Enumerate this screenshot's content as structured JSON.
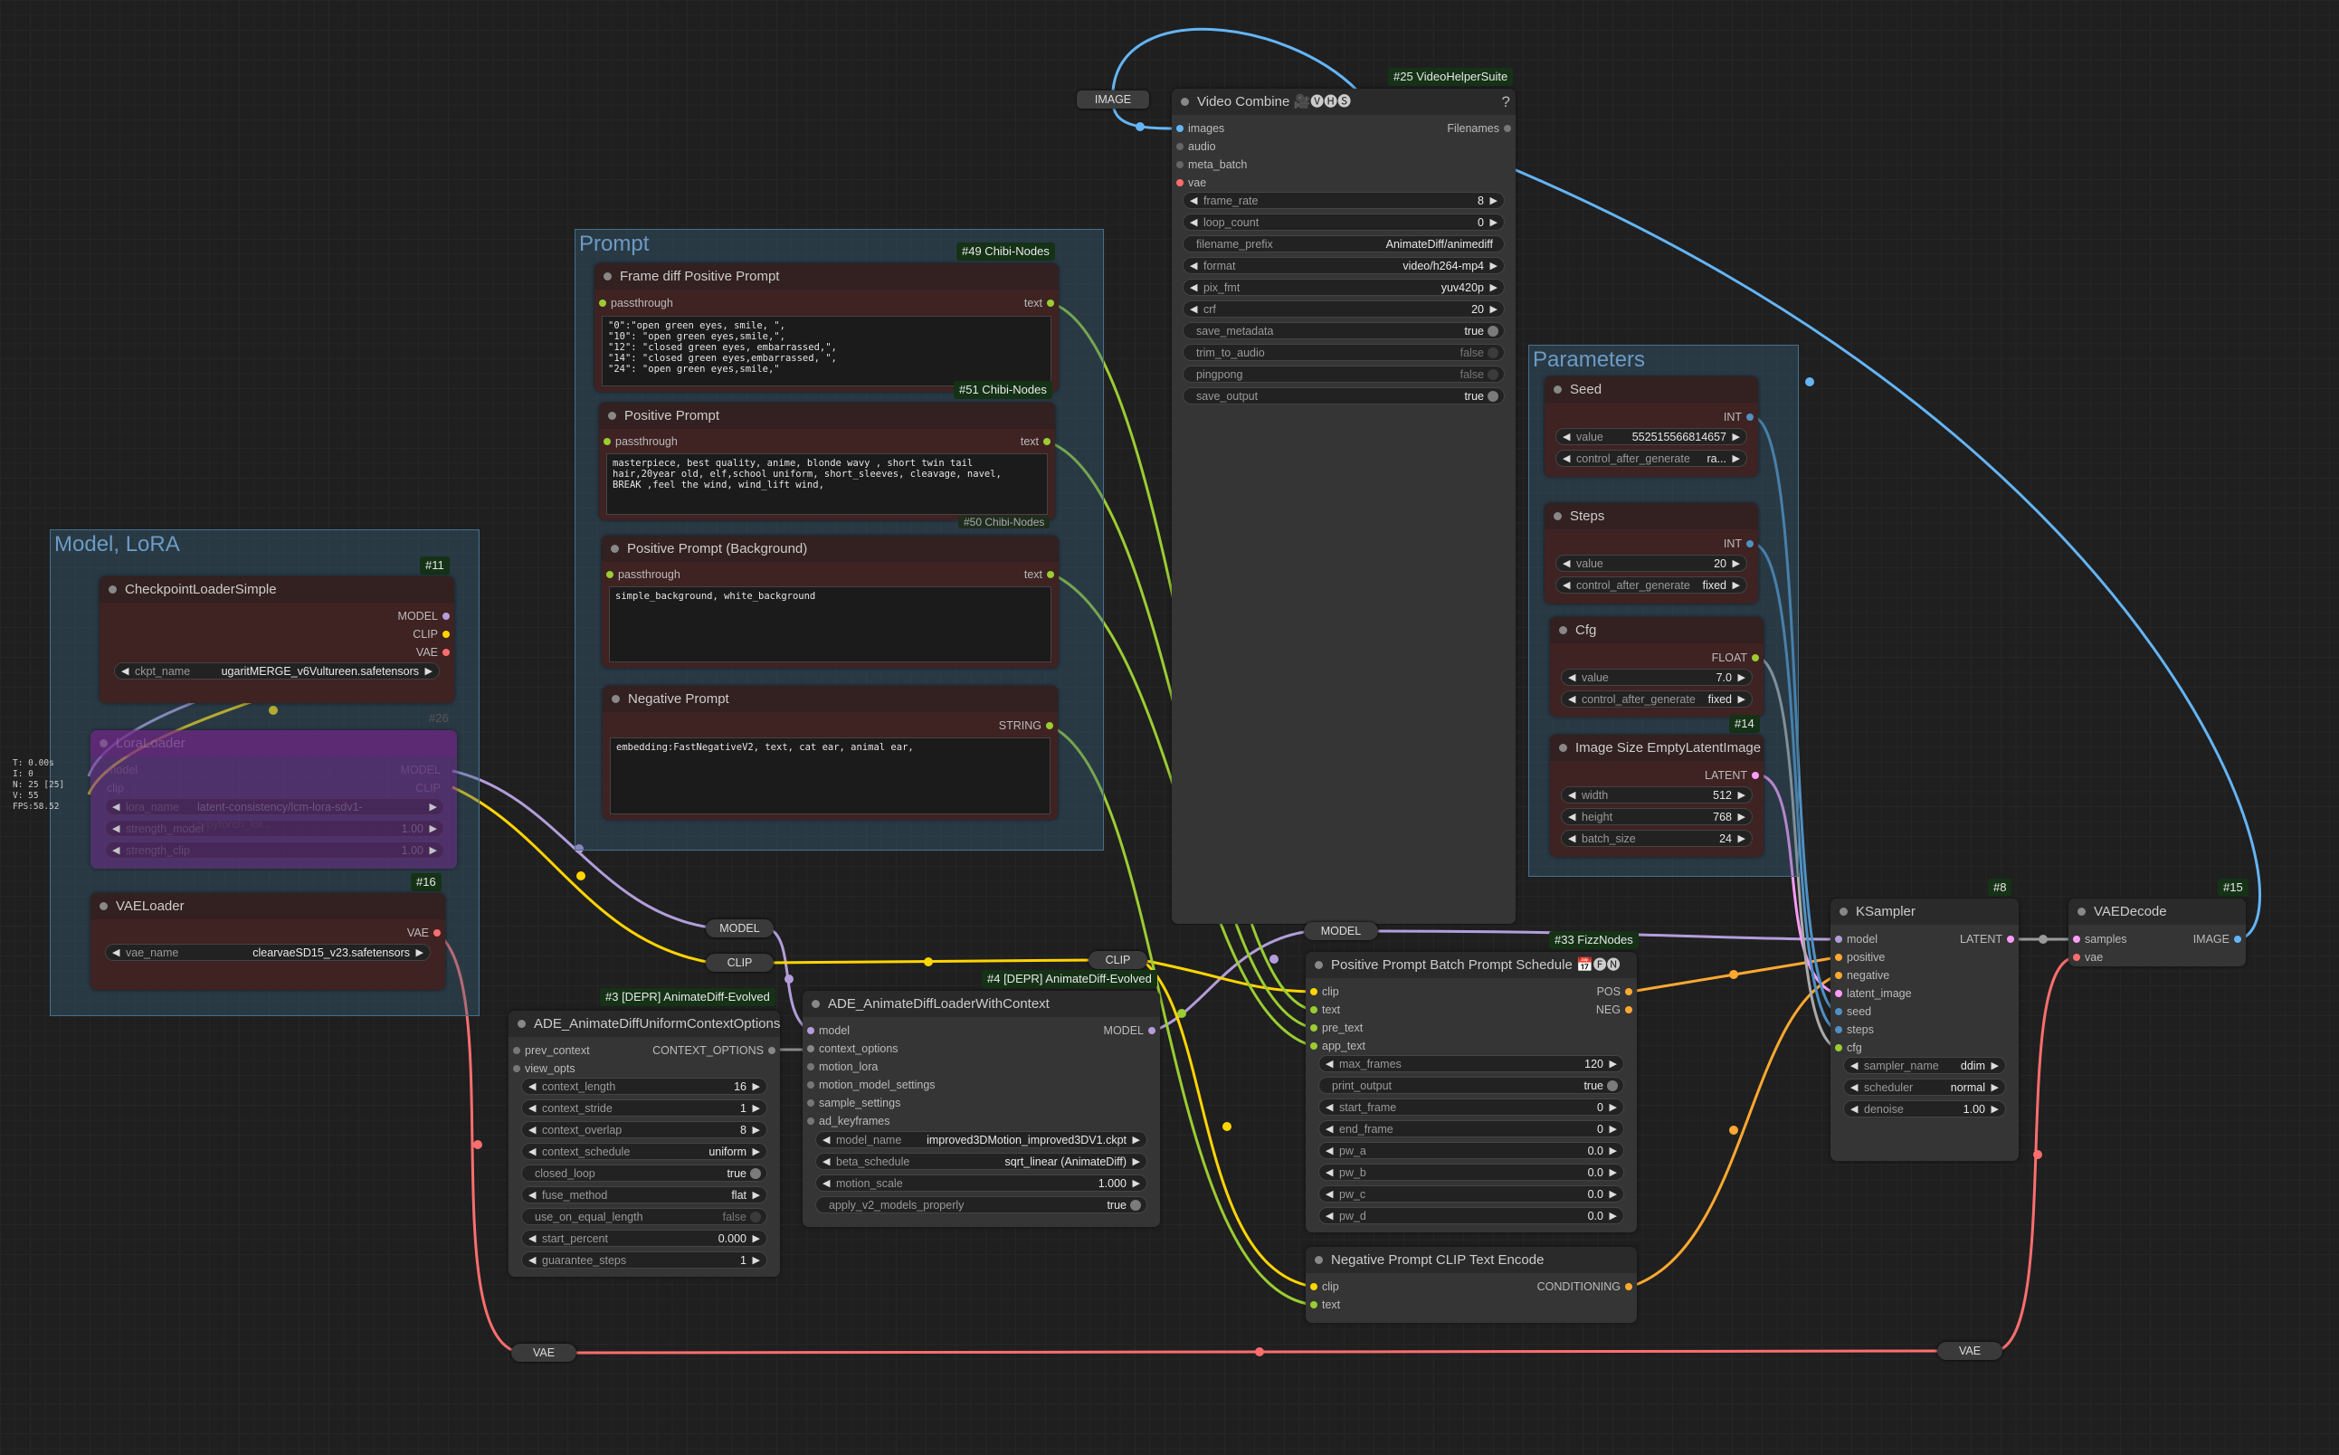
{
  "groups": {
    "prompt": "Prompt",
    "parameters": "Parameters",
    "model_lora": "Model, LoRA"
  },
  "stats": [
    "T: 0.00s",
    "I: 0",
    "N: 25 [25]",
    "V: 55",
    "FPS:58.52"
  ],
  "image_reroute": "IMAGE",
  "video_combine": {
    "title": "Video Combine 🎥🅥🅗🅢",
    "badge": "#25 VideoHelperSuite",
    "help": "?",
    "inputs": [
      "images",
      "audio",
      "meta_batch",
      "vae"
    ],
    "output": "Filenames",
    "widgets": [
      {
        "label": "frame_rate",
        "value": "8"
      },
      {
        "label": "loop_count",
        "value": "0"
      },
      {
        "label": "filename_prefix",
        "value": "AnimateDiff/animediff"
      },
      {
        "label": "format",
        "value": "video/h264-mp4"
      },
      {
        "label": "pix_fmt",
        "value": "yuv420p"
      },
      {
        "label": "crf",
        "value": "20"
      },
      {
        "label": "save_metadata",
        "value": "true"
      },
      {
        "label": "trim_to_audio",
        "value": "false"
      },
      {
        "label": "pingpong",
        "value": "false"
      },
      {
        "label": "save_output",
        "value": "true"
      }
    ]
  },
  "frame_diff": {
    "title": "Frame diff Positive Prompt",
    "badge": "#49 Chibi-Nodes",
    "input": "passthrough",
    "output": "text",
    "text": "\"0\":\"open green eyes, smile, \",\n\"10\": \"open green eyes,smile,\",\n\"12\": \"closed green eyes, embarrassed,\",\n\"14\": \"closed green eyes,embarrassed, \",\n\"24\": \"open green eyes,smile,\""
  },
  "positive_prompt": {
    "title": "Positive Prompt",
    "badge": "#51 Chibi-Nodes",
    "input": "passthrough",
    "output": "text",
    "text": "masterpiece, best quality, anime, blonde wavy , short twin tail hair,20year old, elf,school uniform, short_sleeves, cleavage, navel,  BREAK ,feel the wind, wind_lift wind,"
  },
  "positive_bg": {
    "title": "Positive Prompt (Background)",
    "badge": "#50 Chibi-Nodes",
    "input": "passthrough",
    "output": "text",
    "text": "simple_background, white_background"
  },
  "negative_prompt": {
    "title": "Negative Prompt",
    "output": "STRING",
    "text": "embedding:FastNegativeV2, text, cat ear, animal ear,"
  },
  "seed": {
    "title": "Seed",
    "output": "INT",
    "widgets": [
      {
        "label": "value",
        "value": "552515566814657"
      },
      {
        "label": "control_after_generate",
        "value": "ra..."
      }
    ]
  },
  "steps": {
    "title": "Steps",
    "output": "INT",
    "widgets": [
      {
        "label": "value",
        "value": "20"
      },
      {
        "label": "control_after_generate",
        "value": "fixed"
      }
    ]
  },
  "cfg": {
    "title": "Cfg",
    "output": "FLOAT",
    "badge": "#14",
    "widgets": [
      {
        "label": "value",
        "value": "7.0"
      },
      {
        "label": "control_after_generate",
        "value": "fixed"
      }
    ]
  },
  "image_size": {
    "title": "Image Size EmptyLatentImage",
    "output": "LATENT",
    "widgets": [
      {
        "label": "width",
        "value": "512"
      },
      {
        "label": "height",
        "value": "768"
      },
      {
        "label": "batch_size",
        "value": "24"
      }
    ]
  },
  "checkpoint": {
    "title": "CheckpointLoaderSimple",
    "badge": "#11",
    "outputs": [
      "MODEL",
      "CLIP",
      "VAE"
    ],
    "widget": {
      "label": "ckpt_name",
      "value": "ugaritMERGE_v6Vultureen.safetensors"
    }
  },
  "lora": {
    "title": "LoraLoader",
    "badge": "#26",
    "inputs": [
      "model",
      "clip"
    ],
    "outputs": [
      "MODEL",
      "CLIP"
    ],
    "widgets": [
      {
        "label": "lora_name",
        "value": "latent-consistency/lcm-lora-sdv1-5/pytorch_lor..."
      },
      {
        "label": "strength_model",
        "value": "1.00"
      },
      {
        "label": "strength_clip",
        "value": "1.00"
      }
    ]
  },
  "vae_loader": {
    "title": "VAELoader",
    "badge": "#16",
    "output": "VAE",
    "widget": {
      "label": "vae_name",
      "value": "clearvaeSD15_v23.safetensors"
    }
  },
  "reroutes": {
    "model": "MODEL",
    "clip": "CLIP",
    "clip2": "CLIP",
    "model2": "MODEL",
    "vae1": "VAE",
    "vae2": "VAE"
  },
  "context_options": {
    "title": "ADE_AnimateDiffUniformContextOptions",
    "badge": "#3 [DEPR] AnimateDiff-Evolved",
    "inputs": [
      "prev_context",
      "view_opts"
    ],
    "output": "CONTEXT_OPTIONS",
    "widgets": [
      {
        "label": "context_length",
        "value": "16"
      },
      {
        "label": "context_stride",
        "value": "1"
      },
      {
        "label": "context_overlap",
        "value": "8"
      },
      {
        "label": "context_schedule",
        "value": "uniform"
      },
      {
        "label": "closed_loop",
        "value": "true"
      },
      {
        "label": "fuse_method",
        "value": "flat"
      },
      {
        "label": "use_on_equal_length",
        "value": "false"
      },
      {
        "label": "start_percent",
        "value": "0.000"
      },
      {
        "label": "guarantee_steps",
        "value": "1"
      }
    ]
  },
  "loader_context": {
    "title": "ADE_AnimateDiffLoaderWithContext",
    "badge": "#4 [DEPR] AnimateDiff-Evolved",
    "inputs": [
      "model",
      "context_options",
      "motion_lora",
      "motion_model_settings",
      "sample_settings",
      "ad_keyframes"
    ],
    "output": "MODEL",
    "widgets": [
      {
        "label": "model_name",
        "value": "improved3DMotion_improved3DV1.ckpt"
      },
      {
        "label": "beta_schedule",
        "value": "sqrt_linear (AnimateDiff)"
      },
      {
        "label": "motion_scale",
        "value": "1.000"
      },
      {
        "label": "apply_v2_models_properly",
        "value": "true"
      }
    ]
  },
  "batch_prompt": {
    "title": "Positive Prompt Batch Prompt Schedule 📅🅕🅝",
    "badge": "#33 FizzNodes",
    "inputs": [
      "clip",
      "text",
      "pre_text",
      "app_text"
    ],
    "outputs": [
      "POS",
      "NEG"
    ],
    "widgets": [
      {
        "label": "max_frames",
        "value": "120"
      },
      {
        "label": "print_output",
        "value": "true"
      },
      {
        "label": "start_frame",
        "value": "0"
      },
      {
        "label": "end_frame",
        "value": "0"
      },
      {
        "label": "pw_a",
        "value": "0.0"
      },
      {
        "label": "pw_b",
        "value": "0.0"
      },
      {
        "label": "pw_c",
        "value": "0.0"
      },
      {
        "label": "pw_d",
        "value": "0.0"
      }
    ]
  },
  "neg_clip": {
    "title": "Negative Prompt CLIP Text Encode",
    "inputs": [
      "clip",
      "text"
    ],
    "output": "CONDITIONING"
  },
  "ksampler": {
    "title": "KSampler",
    "badge": "#8",
    "inputs": [
      "model",
      "positive",
      "negative",
      "latent_image",
      "seed",
      "steps",
      "cfg"
    ],
    "output": "LATENT",
    "widgets": [
      {
        "label": "sampler_name",
        "value": "ddim"
      },
      {
        "label": "scheduler",
        "value": "normal"
      },
      {
        "label": "denoise",
        "value": "1.00"
      }
    ]
  },
  "vae_decode": {
    "title": "VAEDecode",
    "badge": "#15",
    "inputs": [
      "samples",
      "vae"
    ],
    "output": "IMAGE"
  },
  "colors": {
    "model": "#b39ddb",
    "clip": "#ffd500",
    "vae": "#ff6e6e",
    "image": "#64b5f6",
    "text": "#9acd32",
    "int": "#4f91c4",
    "float": "#aaaaaa",
    "latent": "#ff9cf9",
    "conditioning": "#ffa931",
    "context": "#888888"
  }
}
